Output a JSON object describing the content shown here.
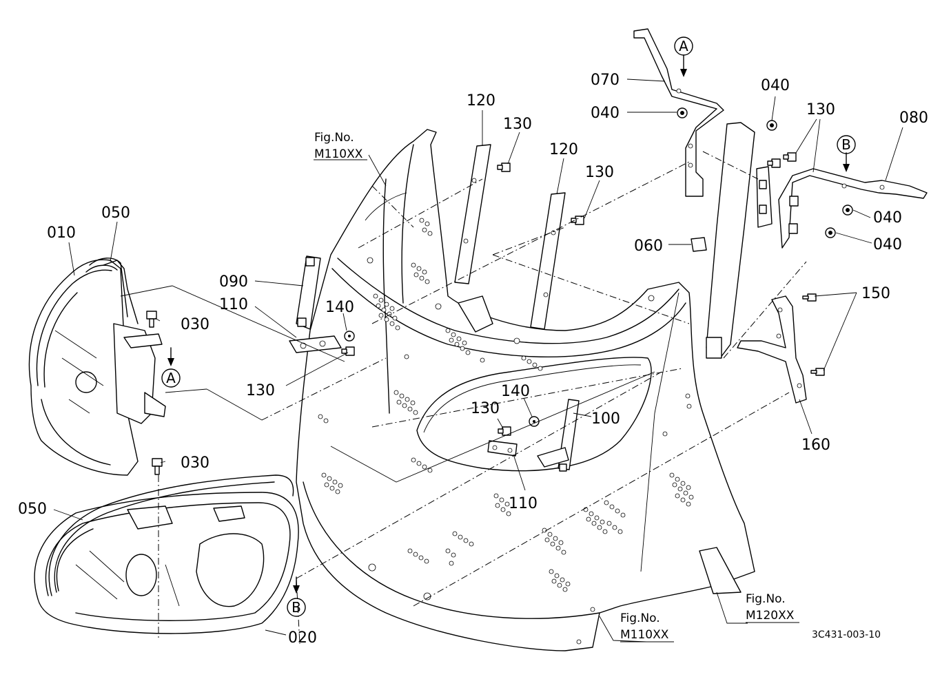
{
  "labels": {
    "p010": "010",
    "p020": "020",
    "p030a": "030",
    "p030b": "030",
    "p040a": "040",
    "p040b": "040",
    "p040c": "040",
    "p040d": "040",
    "p050a": "050",
    "p050b": "050",
    "p060": "060",
    "p070": "070",
    "p080": "080",
    "p090": "090",
    "p100": "100",
    "p110a": "110",
    "p110b": "110",
    "p120a": "120",
    "p120b": "120",
    "p130a": "130",
    "p130b": "130",
    "p130c": "130",
    "p130d": "130",
    "p130e": "130",
    "p140a": "140",
    "p140b": "140",
    "p150": "150",
    "p160": "160"
  },
  "markers": {
    "a_top": "A",
    "a_left": "A",
    "b_right": "B",
    "b_bottom": "B"
  },
  "references": {
    "fig1_title": "Fig.No.",
    "fig1_num": "M110XX",
    "fig2_title": "Fig.No.",
    "fig2_num": "M110XX",
    "fig3_title": "Fig.No.",
    "fig3_num": "M120XX"
  },
  "drawing_code": "3C431-003-10"
}
